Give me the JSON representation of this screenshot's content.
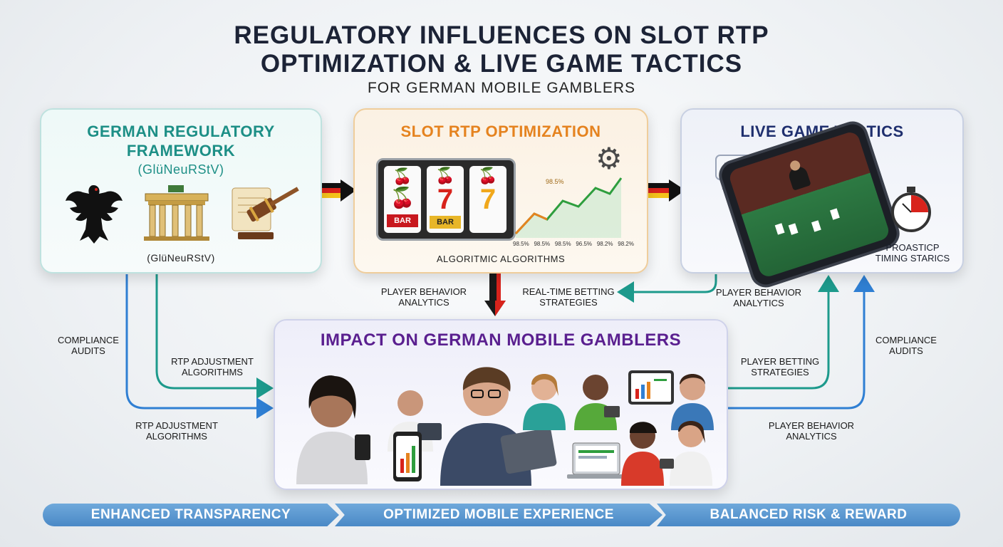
{
  "title_line1": "REGULATORY INFLUENCES ON SLOT RTP",
  "title_line2": "OPTIMIZATION & LIVE GAME TACTICS",
  "subtitle": "FOR GERMAN MOBILE GAMBLERS",
  "box_regulatory": {
    "title_line1": "GERMAN REGULATORY",
    "title_line2": "FRAMEWORK",
    "subtitle": "(GlüNeuRStV)",
    "caption": "(GlüNeuRStV)"
  },
  "box_slot": {
    "title": "SLOT RTP OPTIMIZATION",
    "caption": "ALGORITMIC ALGORITHMS",
    "bar_label": "BAR",
    "chart_labels": [
      "98.5%",
      "98.5%",
      "98.5%",
      "96.5%",
      "98.2%",
      "98.2%"
    ],
    "chart_peak_label": "98.5%"
  },
  "box_live": {
    "title": "LIVE GAME TACTICS",
    "caption_line1": "PROASTICP",
    "caption_line2": "TIMING STARICS"
  },
  "box_impact": {
    "title": "IMPACT ON GERMAN MOBILE GAMBLERS"
  },
  "flow_labels": {
    "player_analytics_center_1": "PLAYER BEHAVIOR",
    "player_analytics_center_2": "ANALYTICS",
    "realtime_1": "REAL-TIME BETTING",
    "realtime_2": "STRATEGIES",
    "player_analytics_right_1": "PLAYER BEHAVIOR",
    "player_analytics_right_2": "ANALYTICS",
    "compliance_left_1": "COMPLIANCE",
    "compliance_left_2": "AUDITS",
    "rtp_inner_1": "RTP ADJUSTMENT",
    "rtp_inner_2": "ALGORITHMS",
    "rtp_outer_1": "RTP ADJUSTMENT",
    "rtp_outer_2": "ALGORITHMS",
    "betting_right_1": "PLAYER BETTING",
    "betting_right_2": "STRATEGIES",
    "compliance_right_1": "COMPLIANCE",
    "compliance_right_2": "AUDITS",
    "analytics_bottom_1": "PLAYER BEHAVIOR",
    "analytics_bottom_2": "ANALYTICS"
  },
  "bottom_bar": [
    "ENHANCED TRANSPARENCY",
    "OPTIMIZED MOBILE EXPERIENCE",
    "BALANCED RISK & REWARD"
  ],
  "colors": {
    "teal": "#1d8f86",
    "orange": "#e5831f",
    "navy": "#1f2f6e",
    "purple": "#5a1f8f",
    "blue": "#2f7fd3",
    "bar_blue": "#4a89c6"
  }
}
